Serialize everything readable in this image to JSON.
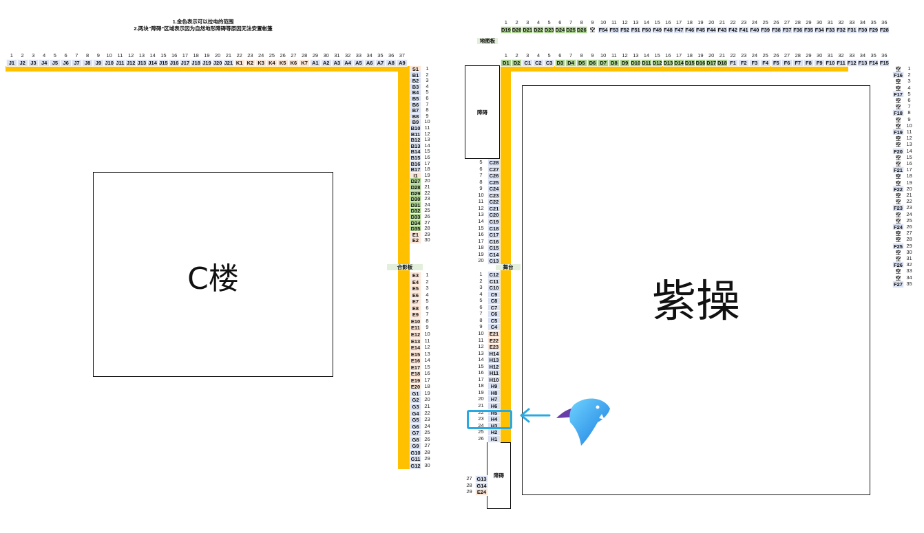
{
  "notes": [
    "1.金色表示可以拉电的范围",
    "2.两块“障碍”区域表示因为自然地形障碍等原因无法安置帐篷"
  ],
  "left_map": {
    "building_label": "C楼",
    "board_label": "合影板",
    "top_row": {
      "numbers": [
        "1",
        "2",
        "3",
        "4",
        "5",
        "6",
        "7",
        "8",
        "9",
        "10",
        "11",
        "12",
        "13",
        "14",
        "15",
        "16",
        "17",
        "18",
        "19",
        "20",
        "21",
        "22",
        "23",
        "24",
        "25",
        "26",
        "27",
        "28",
        "29",
        "30",
        "31",
        "32",
        "33",
        "34",
        "35",
        "36",
        "37"
      ],
      "stalls": [
        "J1",
        "J2",
        "J3",
        "J4",
        "J5",
        "J6",
        "J7",
        "J8",
        "J9",
        "J10",
        "J11",
        "J12",
        "J13",
        "J14",
        "J15",
        "J16",
        "J17",
        "J18",
        "J19",
        "J20",
        "J21",
        "K1",
        "K2",
        "K3",
        "K4",
        "K5",
        "K6",
        "K7",
        "A1",
        "A2",
        "A3",
        "A4",
        "A5",
        "A6",
        "A7",
        "A8",
        "A9"
      ],
      "colors": [
        "b",
        "b",
        "b",
        "b",
        "b",
        "b",
        "b",
        "b",
        "b",
        "b",
        "b",
        "b",
        "b",
        "b",
        "b",
        "b",
        "b",
        "b",
        "b",
        "b",
        "b",
        "o",
        "o",
        "o",
        "o",
        "o",
        "o",
        "o",
        "b",
        "b",
        "b",
        "b",
        "b",
        "b",
        "b",
        "b",
        "b"
      ]
    },
    "right_col_upper": {
      "stalls": [
        "S1",
        "B1",
        "B2",
        "B3",
        "B4",
        "B5",
        "B6",
        "B7",
        "B8",
        "B9",
        "B10",
        "B11",
        "B12",
        "B13",
        "B14",
        "B15",
        "B16",
        "B17",
        "I1",
        "D27",
        "D28",
        "D29",
        "D30",
        "D31",
        "D32",
        "D33",
        "D34",
        "D35",
        "E1",
        "E2"
      ],
      "numbers": [
        "1",
        "2",
        "3",
        "4",
        "5",
        "6",
        "7",
        "8",
        "9",
        "10",
        "11",
        "12",
        "13",
        "14",
        "15",
        "16",
        "17",
        "18",
        "19",
        "20",
        "21",
        "22",
        "23",
        "24",
        "25",
        "26",
        "27",
        "28",
        "29",
        "30"
      ],
      "colors": [
        "o",
        "b",
        "b",
        "b",
        "b",
        "b",
        "b",
        "b",
        "b",
        "b",
        "b",
        "b",
        "b",
        "b",
        "b",
        "b",
        "b",
        "b",
        "o",
        "g",
        "g",
        "g",
        "g",
        "g",
        "g",
        "g",
        "g",
        "g",
        "o",
        "o"
      ]
    },
    "right_col_lower": {
      "stalls": [
        "E3",
        "E4",
        "E5",
        "E6",
        "E7",
        "E8",
        "E9",
        "E10",
        "E11",
        "E12",
        "E13",
        "E14",
        "E15",
        "E16",
        "E17",
        "E18",
        "E19",
        "E20",
        "G1",
        "G2",
        "G3",
        "G4",
        "G5",
        "G6",
        "G7",
        "G8",
        "G9",
        "G10",
        "G11",
        "G12"
      ],
      "numbers": [
        "1",
        "2",
        "3",
        "4",
        "5",
        "6",
        "7",
        "8",
        "9",
        "10",
        "11",
        "12",
        "13",
        "14",
        "15",
        "16",
        "17",
        "18",
        "19",
        "20",
        "21",
        "22",
        "23",
        "24",
        "25",
        "26",
        "27",
        "28",
        "29",
        "30"
      ],
      "colors": [
        "o",
        "o",
        "o",
        "o",
        "o",
        "o",
        "o",
        "o",
        "o",
        "o",
        "o",
        "o",
        "o",
        "o",
        "o",
        "o",
        "o",
        "o",
        "b",
        "b",
        "b",
        "b",
        "b",
        "b",
        "b",
        "b",
        "b",
        "b",
        "b",
        "b"
      ]
    }
  },
  "right_map": {
    "field_label": "紫操",
    "floor_label": "地图板",
    "stage_label": "舞台",
    "obstacle_label": "障碍",
    "top_row": {
      "numbers": [
        "1",
        "2",
        "3",
        "4",
        "5",
        "6",
        "7",
        "8",
        "9",
        "10",
        "11",
        "12",
        "13",
        "14",
        "15",
        "16",
        "17",
        "18",
        "19",
        "20",
        "21",
        "22",
        "23",
        "24",
        "25",
        "26",
        "27",
        "28",
        "29",
        "30",
        "31",
        "32",
        "33",
        "34",
        "35",
        "36"
      ],
      "stalls": [
        "D19",
        "D20",
        "D21",
        "D22",
        "D23",
        "D24",
        "D25",
        "D26",
        "空",
        "F54",
        "F53",
        "F52",
        "F51",
        "F50",
        "F49",
        "F48",
        "F47",
        "F46",
        "F45",
        "F44",
        "F43",
        "F42",
        "F41",
        "F40",
        "F39",
        "F38",
        "F37",
        "F36",
        "F35",
        "F34",
        "F33",
        "F32",
        "F31",
        "F30",
        "F29",
        "F28"
      ],
      "colors": [
        "g",
        "g",
        "g",
        "g",
        "g",
        "g",
        "g",
        "g",
        "w",
        "b",
        "b",
        "b",
        "b",
        "b",
        "b",
        "b",
        "b",
        "b",
        "b",
        "b",
        "b",
        "b",
        "b",
        "b",
        "b",
        "b",
        "b",
        "b",
        "b",
        "b",
        "b",
        "b",
        "b",
        "b",
        "b",
        "b"
      ]
    },
    "second_row": {
      "numbers": [
        "1",
        "2",
        "3",
        "4",
        "5",
        "6",
        "7",
        "8",
        "9",
        "10",
        "11",
        "12",
        "13",
        "14",
        "15",
        "16",
        "17",
        "18",
        "19",
        "20",
        "21",
        "22",
        "23",
        "24",
        "25",
        "26",
        "27",
        "28",
        "29",
        "30",
        "31",
        "32",
        "33",
        "34",
        "35",
        "36"
      ],
      "stalls": [
        "D1",
        "D2",
        "C1",
        "C2",
        "C3",
        "D3",
        "D4",
        "D5",
        "D6",
        "D7",
        "D8",
        "D9",
        "D10",
        "D11",
        "D12",
        "D13",
        "D14",
        "D15",
        "D16",
        "D17",
        "D18",
        "F1",
        "F2",
        "F3",
        "F4",
        "F5",
        "F6",
        "F7",
        "F8",
        "F9",
        "F10",
        "F11",
        "F12",
        "F13",
        "F14",
        "F15"
      ],
      "colors": [
        "g",
        "g",
        "b",
        "b",
        "b",
        "g",
        "g",
        "g",
        "g",
        "g",
        "g",
        "g",
        "g",
        "g",
        "g",
        "g",
        "g",
        "g",
        "g",
        "g",
        "g",
        "b",
        "b",
        "b",
        "b",
        "b",
        "b",
        "b",
        "b",
        "b",
        "b",
        "b",
        "b",
        "b",
        "b",
        "b"
      ]
    },
    "left_col_upper": {
      "numbers": [
        "5",
        "6",
        "7",
        "8",
        "9",
        "10",
        "11",
        "12",
        "13",
        "14",
        "15",
        "16",
        "17",
        "18",
        "19",
        "20"
      ],
      "stalls": [
        "C28",
        "C27",
        "C26",
        "C25",
        "C24",
        "C23",
        "C22",
        "C21",
        "C20",
        "C19",
        "C18",
        "C17",
        "C16",
        "C15",
        "C14",
        "C13"
      ],
      "colors": [
        "b",
        "b",
        "b",
        "b",
        "b",
        "b",
        "b",
        "b",
        "b",
        "b",
        "b",
        "b",
        "b",
        "b",
        "b",
        "b"
      ]
    },
    "left_col_lower": {
      "numbers": [
        "1",
        "2",
        "3",
        "4",
        "5",
        "6",
        "7",
        "8",
        "9",
        "10",
        "11",
        "12",
        "13",
        "14",
        "15",
        "16",
        "17",
        "18",
        "19",
        "20",
        "21",
        "22",
        "23",
        "24",
        "25",
        "26"
      ],
      "stalls": [
        "C12",
        "C11",
        "C10",
        "C9",
        "C8",
        "C7",
        "C6",
        "C5",
        "C4",
        "E21",
        "E22",
        "E23",
        "H14",
        "H13",
        "H12",
        "H11",
        "H10",
        "H9",
        "H8",
        "H7",
        "H6",
        "H5",
        "H4",
        "H3",
        "H2",
        "H1"
      ],
      "colors": [
        "b",
        "b",
        "b",
        "b",
        "b",
        "b",
        "b",
        "b",
        "b",
        "o",
        "o",
        "o",
        "b",
        "b",
        "b",
        "b",
        "b",
        "b",
        "b",
        "b",
        "b",
        "b",
        "b",
        "b",
        "b",
        "b"
      ]
    },
    "left_col_bottom": {
      "numbers": [
        "27",
        "28",
        "29"
      ],
      "stalls": [
        "G13",
        "G14",
        "E24"
      ],
      "colors": [
        "b",
        "b",
        "o"
      ]
    },
    "far_right_col": {
      "stalls": [
        "空",
        "F16",
        "空",
        "空",
        "F17",
        "空",
        "空",
        "F18",
        "空",
        "空",
        "F19",
        "空",
        "空",
        "F20",
        "空",
        "空",
        "F21",
        "空",
        "空",
        "F22",
        "空",
        "空",
        "F23",
        "空",
        "空",
        "F24",
        "空",
        "空",
        "F25",
        "空",
        "空",
        "F26",
        "空",
        "空",
        "F27"
      ],
      "numbers": [
        "1",
        "2",
        "3",
        "4",
        "5",
        "6",
        "7",
        "8",
        "9",
        "10",
        "11",
        "12",
        "13",
        "14",
        "15",
        "16",
        "17",
        "18",
        "19",
        "20",
        "21",
        "22",
        "23",
        "24",
        "25",
        "26",
        "27",
        "28",
        "29",
        "30",
        "31",
        "32",
        "33",
        "34",
        "35"
      ],
      "colors": [
        "w",
        "b",
        "w",
        "w",
        "b",
        "w",
        "w",
        "b",
        "w",
        "w",
        "b",
        "w",
        "w",
        "b",
        "w",
        "w",
        "b",
        "w",
        "w",
        "b",
        "w",
        "w",
        "b",
        "w",
        "w",
        "b",
        "w",
        "w",
        "b",
        "w",
        "w",
        "b",
        "w",
        "w",
        "b"
      ]
    }
  },
  "colors": {
    "gold": "#ffc000",
    "green": "#a9d08e",
    "blue": "#d9e1f2",
    "orange": "#fbe5d6",
    "highlight": "#29a9e1"
  },
  "icons": [
    "fish-mascot-icon",
    "arrow-left-icon"
  ]
}
